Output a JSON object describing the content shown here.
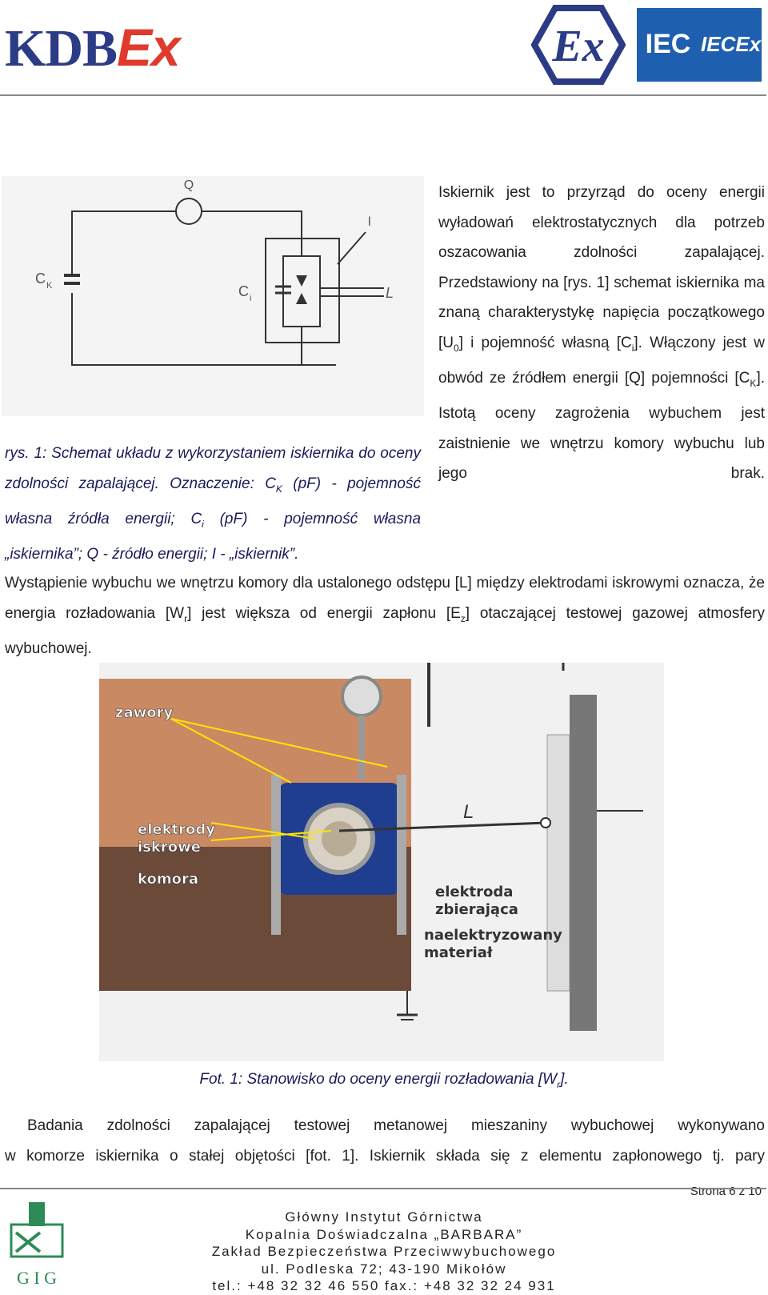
{
  "header": {
    "logo_kdb": "KDB",
    "logo_ex": "Ex",
    "ex_mark": "Ex",
    "iec_label": "IEC",
    "iecex_label": "IECEx"
  },
  "diagram": {
    "label_q": "Q",
    "label_ck": "C",
    "label_ck_sub": "K",
    "label_ci": "C",
    "label_ci_sub": "i",
    "label_l": "l",
    "label_L": "L"
  },
  "caption1": {
    "text_a": "rys. 1: Schemat układu z wykorzystaniem iskiernika do oceny zdolności zapalającej. Oznaczenie: C",
    "sub_k": "K",
    "text_b": " (pF) - pojemność własna źródła energii; C",
    "sub_i": "i",
    "text_c": " (pF) - pojemność własna „iskiernika”; Q - źródło energii; I - „iskiernik”."
  },
  "para1": {
    "t1": "Iskiernik jest to przyrząd do oceny energii wyładowań elektrostatycznych dla potrzeb oszacowania zdolności zapalającej. Przedstawiony na [rys. 1] schemat iskiernika ma znaną charakterystykę napięcia początkowego [U",
    "s1": "0",
    "t2": "] i pojemność własną [C",
    "s2": "i",
    "t3": "]. Włączony jest w obwód ze źródłem energii [Q] pojemności [C",
    "s3": "K",
    "t4": "]. Istotą oceny zagrożenia wybuchem jest zaistnienie we wnętrzu komory wybuchu lub jego brak."
  },
  "para2": {
    "t1": "Wystąpienie wybuchu we wnętrzu komory dla ustalonego odstępu [L] między elektrodami iskrowymi oznacza, że energia rozładowania [W",
    "s1": "r",
    "t2": "] jest większa od energii zapłonu [E",
    "s2": "z",
    "t3": "] otaczającej testowej gazowej atmosfery wybuchowej."
  },
  "photo": {
    "label_zawory": "zawory",
    "label_elektrody_1": "elektrody",
    "label_elektrody_2": "iskrowe",
    "label_komora": "komora",
    "label_zbierajaca_1": "elektroda",
    "label_zbierajaca_2": "zbierająca",
    "label_material_1": "naelektryzowany",
    "label_material_2": "materiał",
    "label_L": "L"
  },
  "caption2": {
    "t1": "Fot. 1: Stanowisko do oceny energii rozładowania [W",
    "s1": "r",
    "t2": "]."
  },
  "para3": {
    "line1": "Badania zdolności zapalającej testowej metanowej mieszaniny wybuchowej wykonywano",
    "line2": "w komorze iskiernika o stałej objętości [fot. 1]. Iskiernik składa się z elementu zapłonowego tj. pary"
  },
  "footer": {
    "page": "Strona 6 z 10",
    "line1": "Główny Instytut Górnictwa",
    "line2": "Kopalnia Doświadczalna „BARBARA”",
    "line3": "Zakład Bezpieczeństwa Przeciwwybuchowego",
    "line4": "ul. Podleska 72; 43-190 Mikołów",
    "line5": "tel.: +48 32 32 46 550 fax.: +48 32 32 24 931",
    "gig": "G I G"
  }
}
